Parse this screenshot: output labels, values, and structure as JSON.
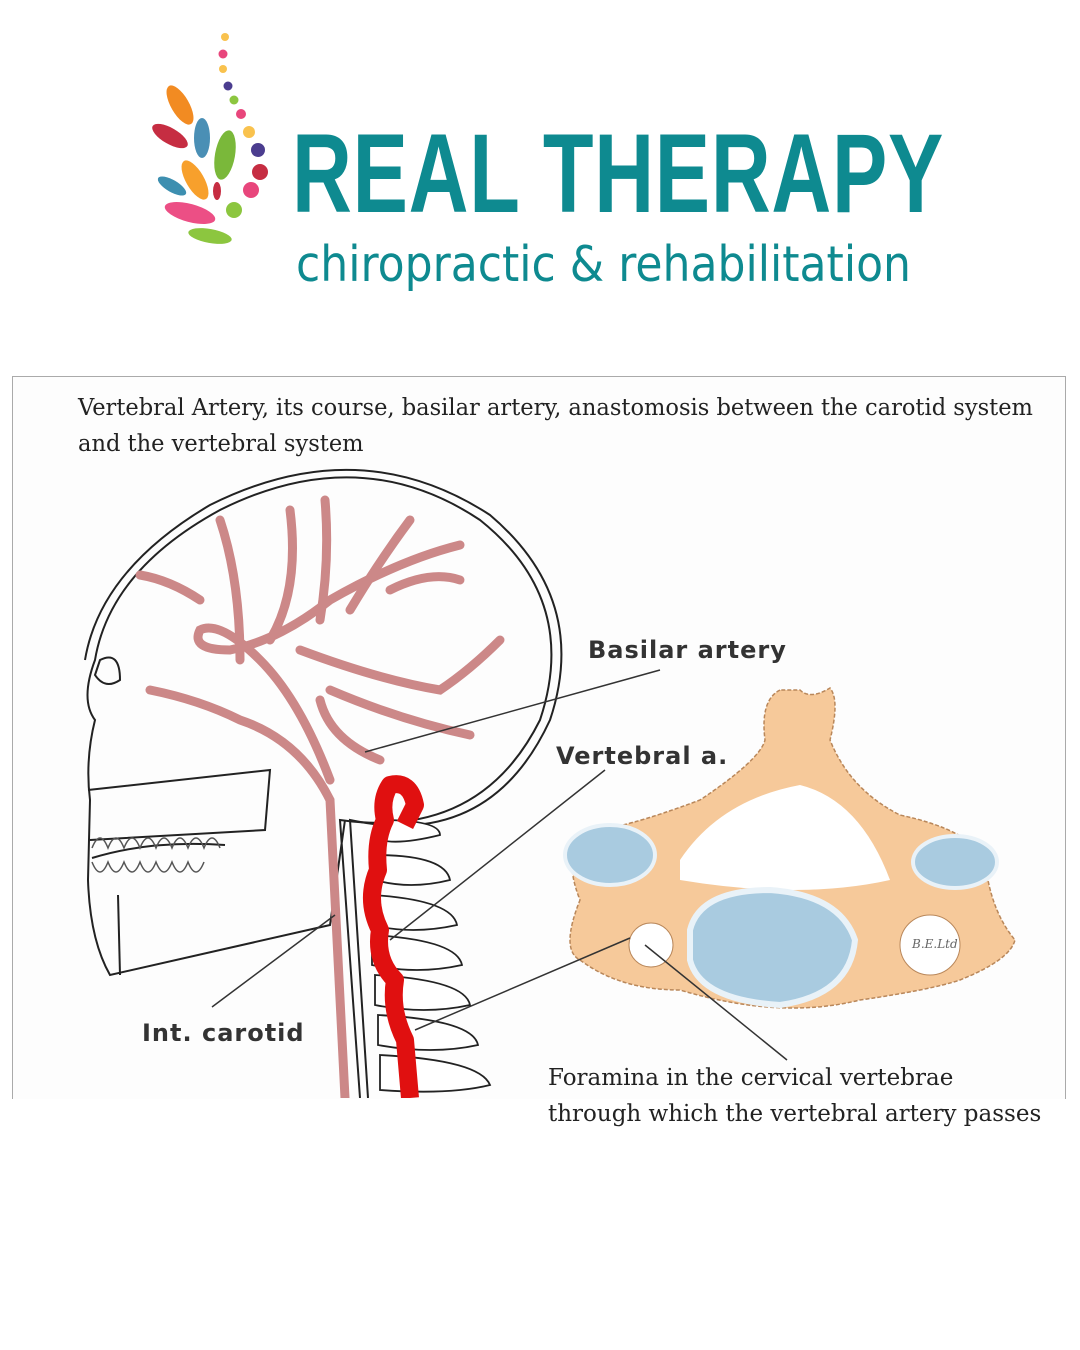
{
  "logo": {
    "brand_name": "REAL THERAPY",
    "tagline": "chiropractic & rehabilitation",
    "brand_color": "#0e8a90"
  },
  "diagram": {
    "title_line1": "Vertebral Artery, its course, basilar artery, anastomosis between the carotid system",
    "title_line2": "and the vertebral system",
    "labels": {
      "basilar": "Basilar artery",
      "vertebral": "Vertebral a.",
      "carotid": "Int. carotid"
    },
    "caption_line1": "Foramina in the cervical vertebrae",
    "caption_line2": "through which the vertebral artery passes",
    "credit": "B.E.Ltd",
    "colors": {
      "artery": "#e01010",
      "vessel": "#f3c6c6",
      "bone": "#f6c99a",
      "disc": "#a9cbe0"
    }
  }
}
